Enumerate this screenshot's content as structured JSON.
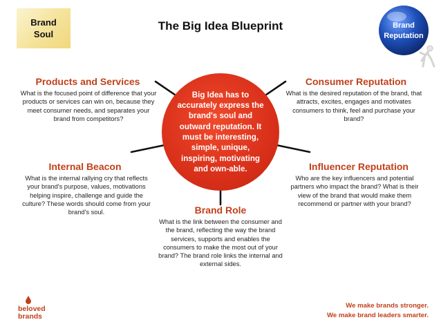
{
  "brand_soul": "Brand\nSoul",
  "title": "The Big Idea Blueprint",
  "brand_reputation_badge": {
    "line1": "Brand",
    "line2": "Reputation"
  },
  "center": "Big Idea has to accurately express the brand's soul and outward reputation. It must be interesting, simple, unique, inspiring, motivating and own-able.",
  "products_services": {
    "heading": "Products and Services",
    "text": "What is the focused point of difference that your products or services can win on, because they meet consumer needs, and separates your brand from competitors?"
  },
  "consumer_reputation": {
    "heading": "Consumer Reputation",
    "text": "What is the desired reputation of the brand, that attracts, excites, engages and motivates consumers to think, feel and purchase your brand?"
  },
  "internal_beacon": {
    "heading": "Internal Beacon",
    "text": "What is the internal rallying cry that reflects your brand's purpose, values, motivations helping inspire, challenge and guide the culture? These words should come from your brand's soul."
  },
  "influencer_reputation": {
    "heading": "Influencer Reputation",
    "text": "Who are the key influencers and potential partners who impact the brand? What is their view of the brand that would make them recommend or partner with your brand?"
  },
  "brand_role": {
    "heading": "Brand Role",
    "text": "What is the link between the consumer and the brand, reflecting the way the brand services, supports and enables the consumers to make the most out of your brand? The brand role links the internal and external sides."
  },
  "logo": {
    "line1": "beloved",
    "line2": "brands"
  },
  "tagline": {
    "line1": "We make brands stronger.",
    "line2": "We make brand leaders smarter."
  },
  "colors": {
    "accent": "#c1401a",
    "circle": "#d9301a",
    "sphere": "#1e4fb8"
  }
}
